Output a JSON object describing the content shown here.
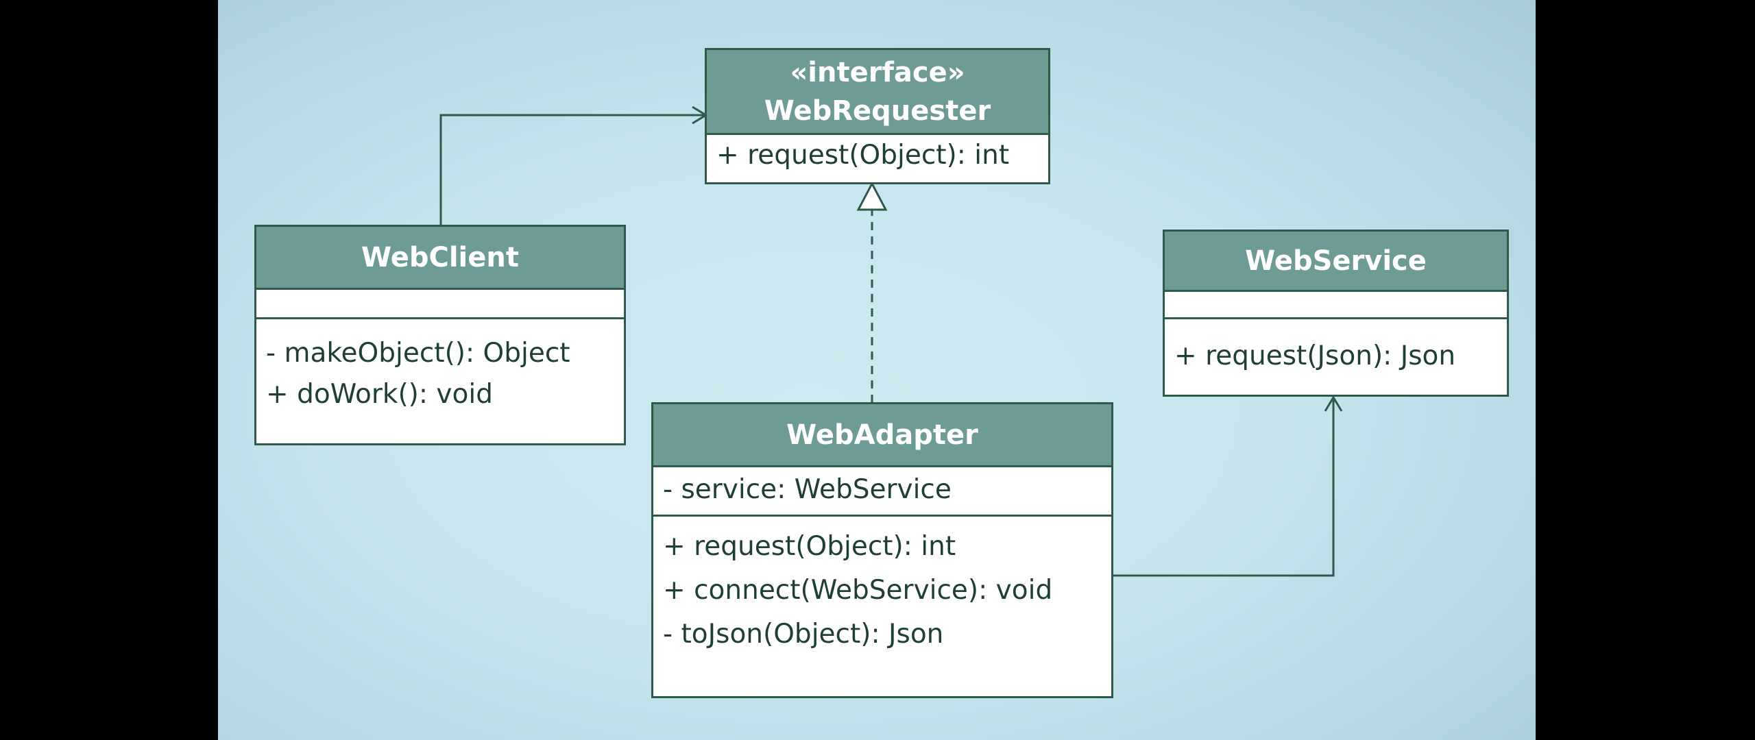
{
  "diagram": {
    "classes": {
      "web_requester": {
        "stereotype": "«interface»",
        "name": "WebRequester",
        "attributes": [],
        "methods": [
          "+ request(Object): int"
        ]
      },
      "web_client": {
        "name": "WebClient",
        "attributes": [],
        "methods": [
          "- makeObject(): Object",
          "+ doWork(): void"
        ]
      },
      "web_service": {
        "name": "WebService",
        "attributes": [],
        "methods": [
          "+ request(Json): Json"
        ]
      },
      "web_adapter": {
        "name": "WebAdapter",
        "attributes": [
          "- service: WebService"
        ],
        "methods": [
          "+ request(Object): int",
          "+ connect(WebService): void",
          "- toJson(Object): Json"
        ]
      }
    },
    "relations": [
      {
        "from": "WebClient",
        "to": "WebRequester",
        "kind": "association"
      },
      {
        "from": "WebAdapter",
        "to": "WebRequester",
        "kind": "realization"
      },
      {
        "from": "WebAdapter",
        "to": "WebService",
        "kind": "association"
      }
    ],
    "colors": {
      "header": "#6f9b97",
      "border": "#2e5a4c",
      "text": "#1f3f35",
      "background": "#c8e5ef"
    }
  }
}
